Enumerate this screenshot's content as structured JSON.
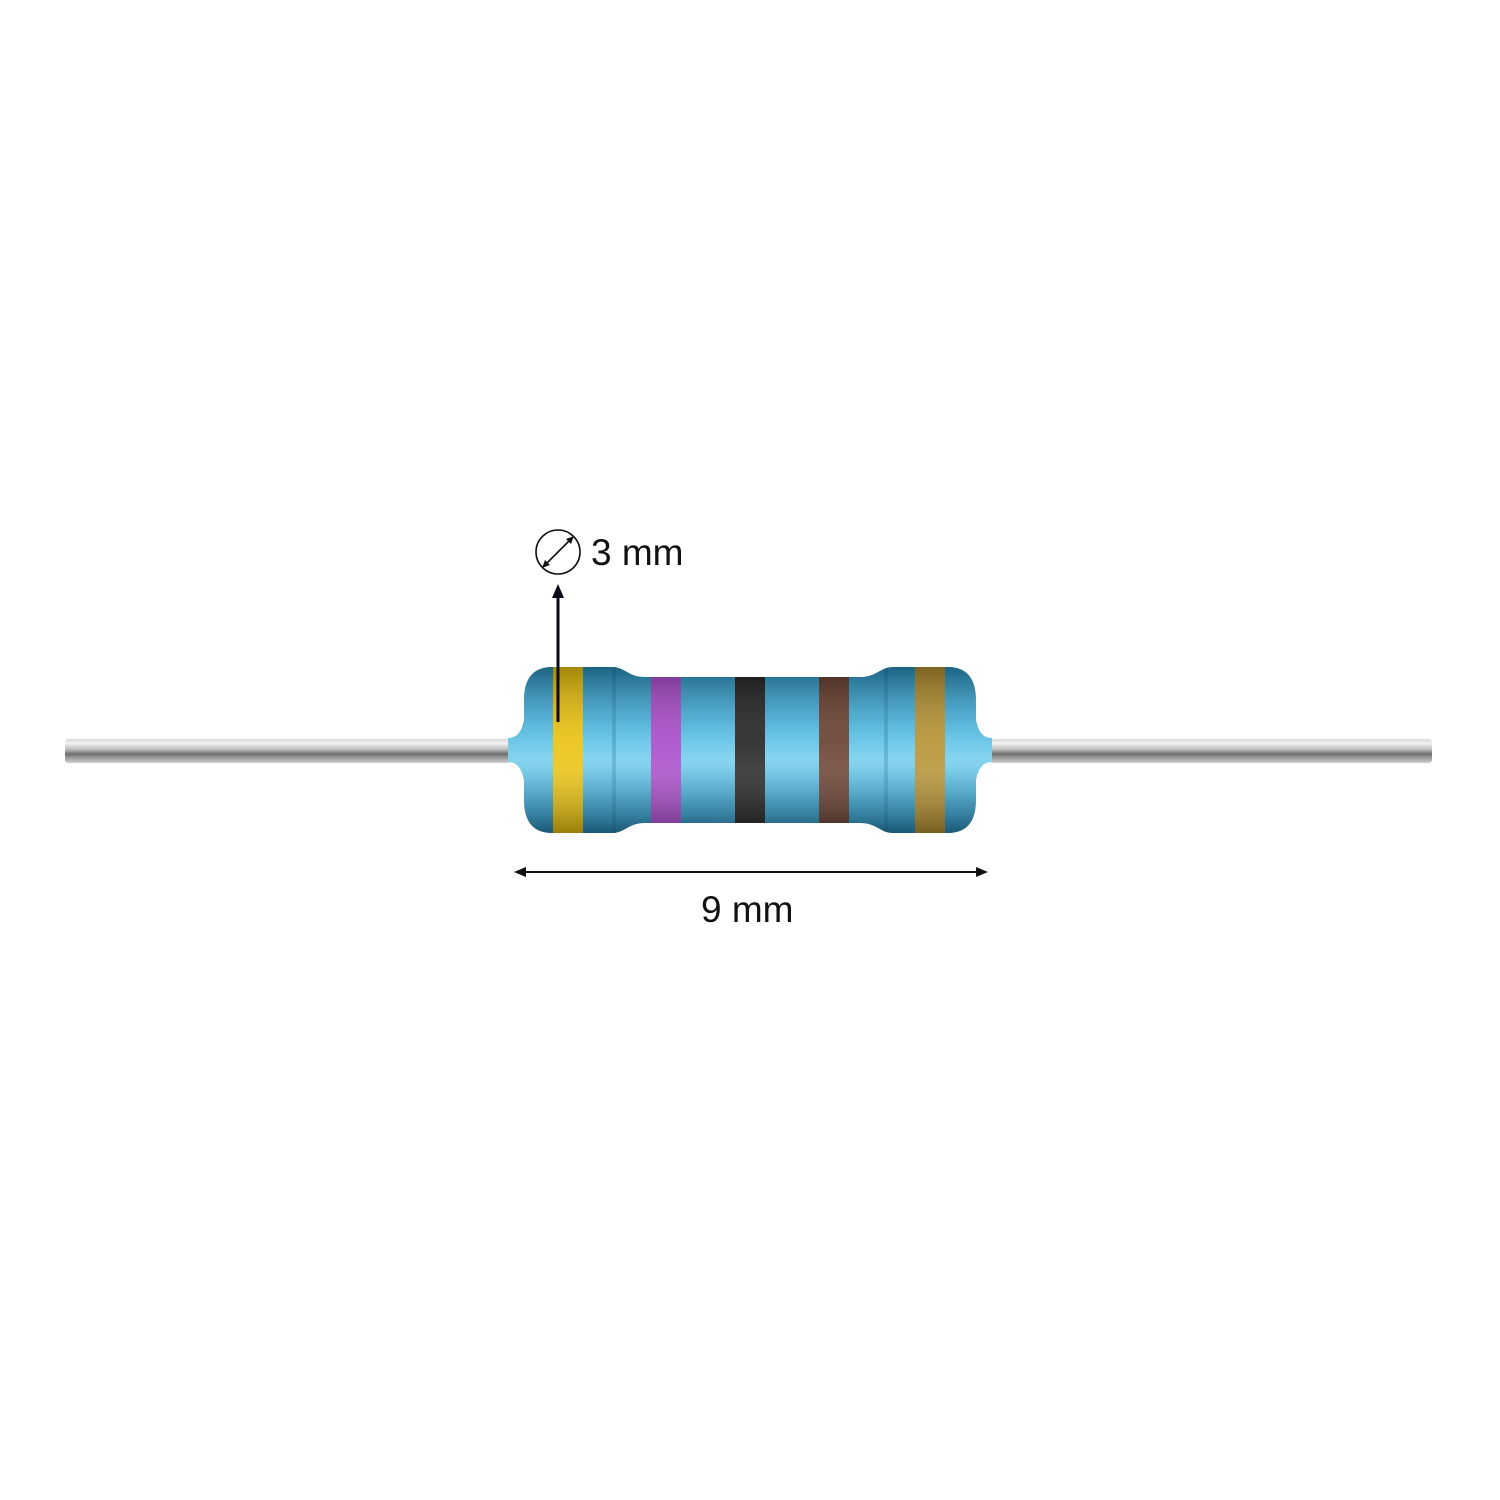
{
  "diagram": {
    "subject": "axial-lead resistor",
    "body_color": "#2ea3d0",
    "bands": [
      {
        "name": "band-1",
        "color": "#e8be00",
        "label": "yellow"
      },
      {
        "name": "band-2",
        "color": "#a23fc6",
        "label": "violet"
      },
      {
        "name": "band-3",
        "color": "#151515",
        "label": "black"
      },
      {
        "name": "band-4",
        "color": "#5e3322",
        "label": "brown"
      },
      {
        "name": "band-5",
        "color": "#b08a25",
        "label": "gold"
      }
    ],
    "dimensions": {
      "diameter_label": "3 mm",
      "length_label": "9 mm"
    }
  }
}
